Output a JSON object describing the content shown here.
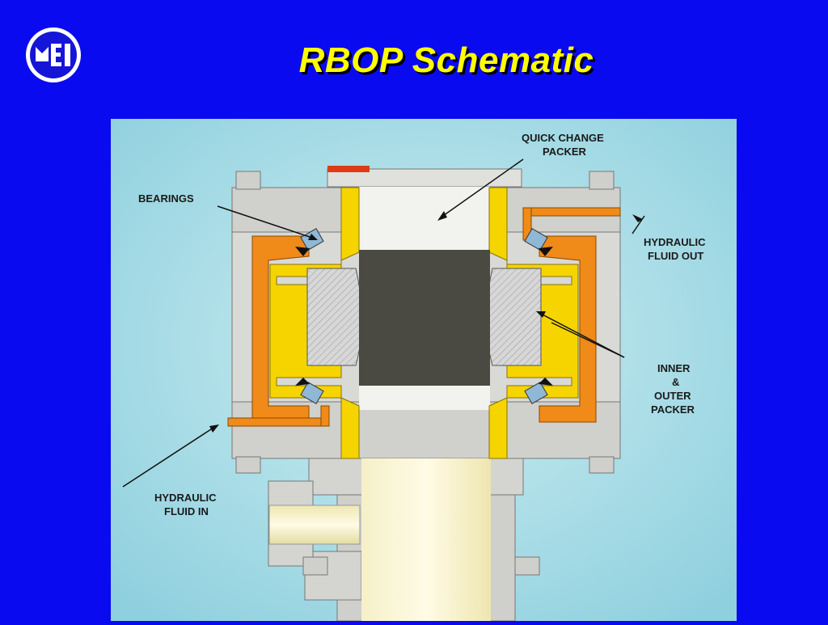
{
  "slide": {
    "title": "RBOP Schematic"
  },
  "logo": {
    "icon": "mei-logo-icon",
    "text": "MEI"
  },
  "diagram": {
    "labels": {
      "quick_change_1": "QUICK CHANGE",
      "quick_change_2": "PACKER",
      "bearings": "BEARINGS",
      "fluid_out_1": "HYDRAULIC",
      "fluid_out_2": "FLUID OUT",
      "inner_1": "INNER",
      "inner_2": "&",
      "inner_3": "OUTER",
      "inner_4": "PACKER",
      "fluid_in_1": "HYDRAULIC",
      "fluid_in_2": "FLUID IN"
    },
    "colors": {
      "background": "#a9dbe5",
      "housing": "#d8d8d4",
      "yellow_part": "#f5d400",
      "orange_part": "#f08a18",
      "packer": "#4a4a42",
      "bearing": "#8fb7d6"
    }
  }
}
